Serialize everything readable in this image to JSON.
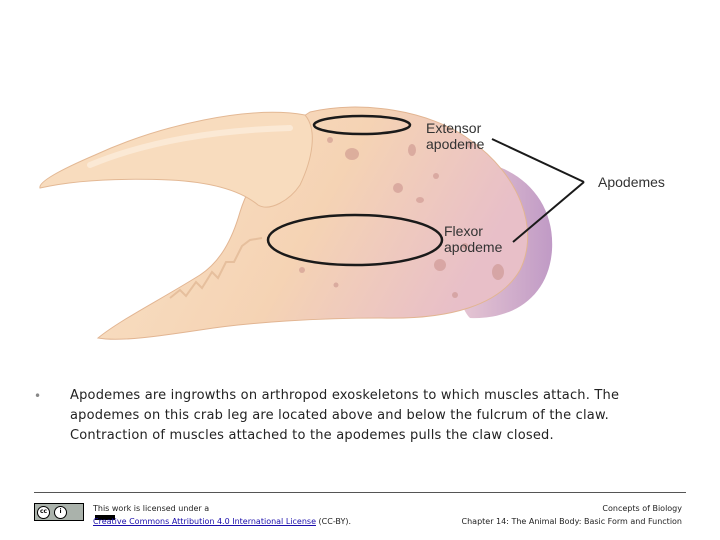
{
  "diagram": {
    "labels": {
      "extensor_line1": "Extensor",
      "extensor_line2": "apodeme",
      "flexor_line1": "Flexor",
      "flexor_line2": "apodeme",
      "apodemes": "Apodemes"
    },
    "colors": {
      "claw_fill": "#f7d9b8",
      "claw_shade": "#e9b98f",
      "joint_fill": "#cfa7cf",
      "spot": "#c98f88",
      "outline": "#1a1a1a"
    }
  },
  "bullet": {
    "symbol": "•",
    "text": "Apodemes are ingrowths on arthropod exoskeletons to which muscles attach. The apodemes on this crab leg are located above and below the fulcrum of the claw. Contraction of muscles attached to the apodemes pulls the claw closed."
  },
  "footer": {
    "license_prefix": "This work is licensed under a",
    "license_link": "Creative Commons Attribution 4.0 International License",
    "license_suffix": " (CC-BY).",
    "course_title": "Concepts of Biology",
    "chapter": "Chapter 14: The Animal Body: Basic Form and Function",
    "badge_text": "BY"
  }
}
